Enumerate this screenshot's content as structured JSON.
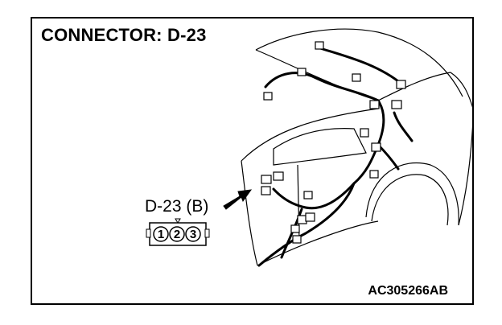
{
  "diagram": {
    "title": "CONNECTOR: D-23",
    "connector_label": "D-23 (B)",
    "connector_pins": [
      "1",
      "2",
      "3"
    ],
    "figure_code": "AC305266AB"
  }
}
